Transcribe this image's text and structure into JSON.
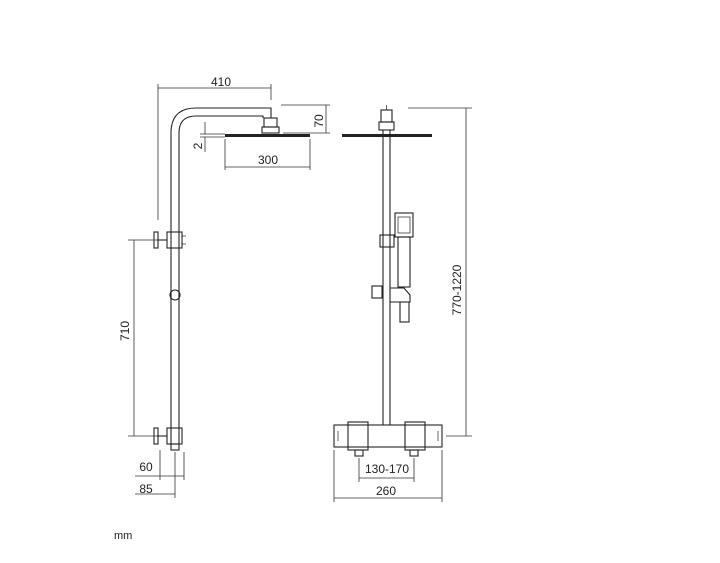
{
  "units_note": "mm",
  "dimensions": {
    "arm_reach": "410",
    "head_drop": "70",
    "head_thickness": "2",
    "head_width": "300",
    "bracket_spacing": "710",
    "wall_offset_min": "60",
    "wall_offset_max": "85",
    "total_height": "770-1220",
    "inlet_centres": "130-170",
    "valve_width": "260"
  }
}
